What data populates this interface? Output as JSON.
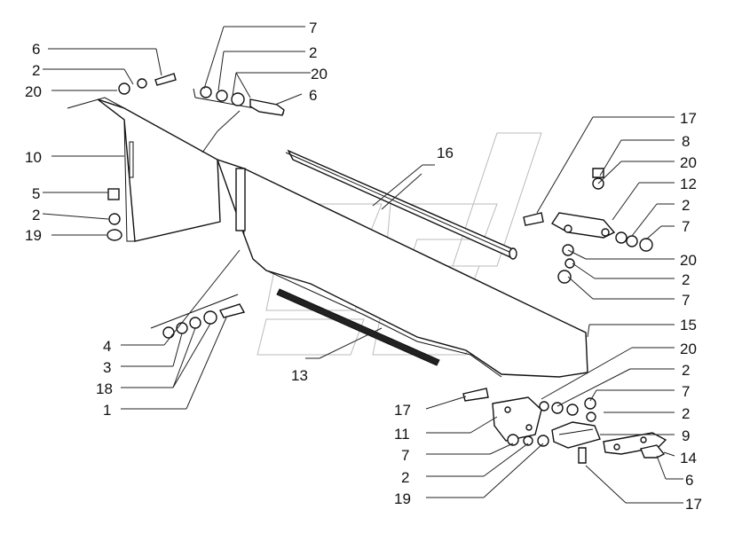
{
  "callouts": [
    {
      "id": "c-6-a",
      "label": "6"
    },
    {
      "id": "c-2-a",
      "label": "2"
    },
    {
      "id": "c-20-a",
      "label": "20"
    },
    {
      "id": "c-10",
      "label": "10"
    },
    {
      "id": "c-5",
      "label": "5"
    },
    {
      "id": "c-2-b",
      "label": "2"
    },
    {
      "id": "c-19-a",
      "label": "19"
    },
    {
      "id": "c-7-a",
      "label": "7"
    },
    {
      "id": "c-2-c",
      "label": "2"
    },
    {
      "id": "c-20-b",
      "label": "20"
    },
    {
      "id": "c-6-b",
      "label": "6"
    },
    {
      "id": "c-16",
      "label": "16"
    },
    {
      "id": "c-17-a",
      "label": "17"
    },
    {
      "id": "c-8",
      "label": "8"
    },
    {
      "id": "c-20-c",
      "label": "20"
    },
    {
      "id": "c-12",
      "label": "12"
    },
    {
      "id": "c-2-d",
      "label": "2"
    },
    {
      "id": "c-7-b",
      "label": "7"
    },
    {
      "id": "c-20-d",
      "label": "20"
    },
    {
      "id": "c-2-e",
      "label": "2"
    },
    {
      "id": "c-7-c",
      "label": "7"
    },
    {
      "id": "c-15",
      "label": "15"
    },
    {
      "id": "c-4",
      "label": "4"
    },
    {
      "id": "c-3",
      "label": "3"
    },
    {
      "id": "c-18",
      "label": "18"
    },
    {
      "id": "c-1",
      "label": "1"
    },
    {
      "id": "c-13",
      "label": "13"
    },
    {
      "id": "c-20-e",
      "label": "20"
    },
    {
      "id": "c-2-f",
      "label": "2"
    },
    {
      "id": "c-7-d",
      "label": "7"
    },
    {
      "id": "c-2-g",
      "label": "2"
    },
    {
      "id": "c-17-b",
      "label": "17"
    },
    {
      "id": "c-11",
      "label": "11"
    },
    {
      "id": "c-9",
      "label": "9"
    },
    {
      "id": "c-7-e",
      "label": "7"
    },
    {
      "id": "c-14",
      "label": "14"
    },
    {
      "id": "c-2-h",
      "label": "2"
    },
    {
      "id": "c-6-c",
      "label": "6"
    },
    {
      "id": "c-19-b",
      "label": "19"
    },
    {
      "id": "c-17-c",
      "label": "17"
    }
  ]
}
